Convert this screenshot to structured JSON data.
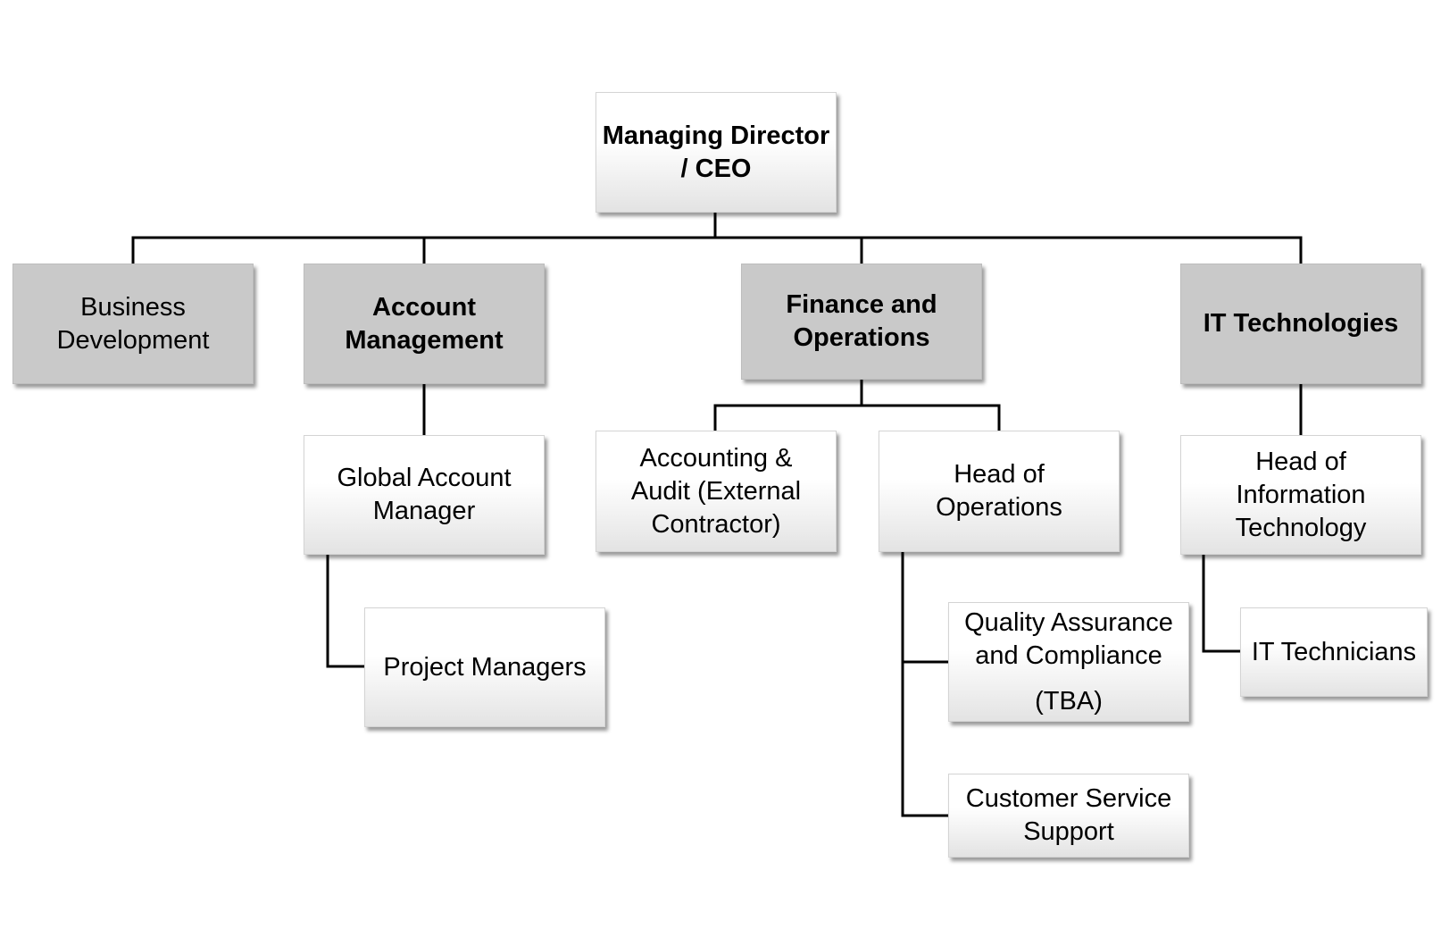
{
  "org_chart": {
    "ceo": {
      "lines": [
        "Managing Director",
        "/ CEO"
      ]
    },
    "departments": {
      "business_development": {
        "lines": [
          "Business",
          "Development"
        ]
      },
      "account_management": {
        "lines": [
          "Account",
          "Management"
        ]
      },
      "finance_operations": {
        "lines": [
          "Finance and",
          "Operations"
        ]
      },
      "it_technologies": {
        "lines": [
          "IT Technologies"
        ]
      }
    },
    "roles": {
      "global_account_manager": {
        "lines": [
          "Global Account",
          "Manager"
        ]
      },
      "project_managers": {
        "lines": [
          "Project Managers"
        ]
      },
      "accounting_audit": {
        "lines": [
          "Accounting &",
          "Audit (External",
          "Contractor)"
        ]
      },
      "head_of_operations": {
        "lines": [
          "Head of",
          "Operations"
        ]
      },
      "quality_assurance": {
        "lines": [
          "Quality Assurance",
          "and Compliance",
          "(TBA)"
        ]
      },
      "customer_service": {
        "lines": [
          "Customer Service",
          "Support"
        ]
      },
      "head_of_it": {
        "lines": [
          "Head of",
          "Information",
          "Technology"
        ]
      },
      "it_technicians": {
        "lines": [
          "IT Technicians"
        ]
      }
    }
  },
  "colors": {
    "department_fill": "#c9c9c9",
    "role_fill_top": "#ffffff",
    "role_fill_bottom": "#e3e3e3",
    "connector": "#000000"
  }
}
